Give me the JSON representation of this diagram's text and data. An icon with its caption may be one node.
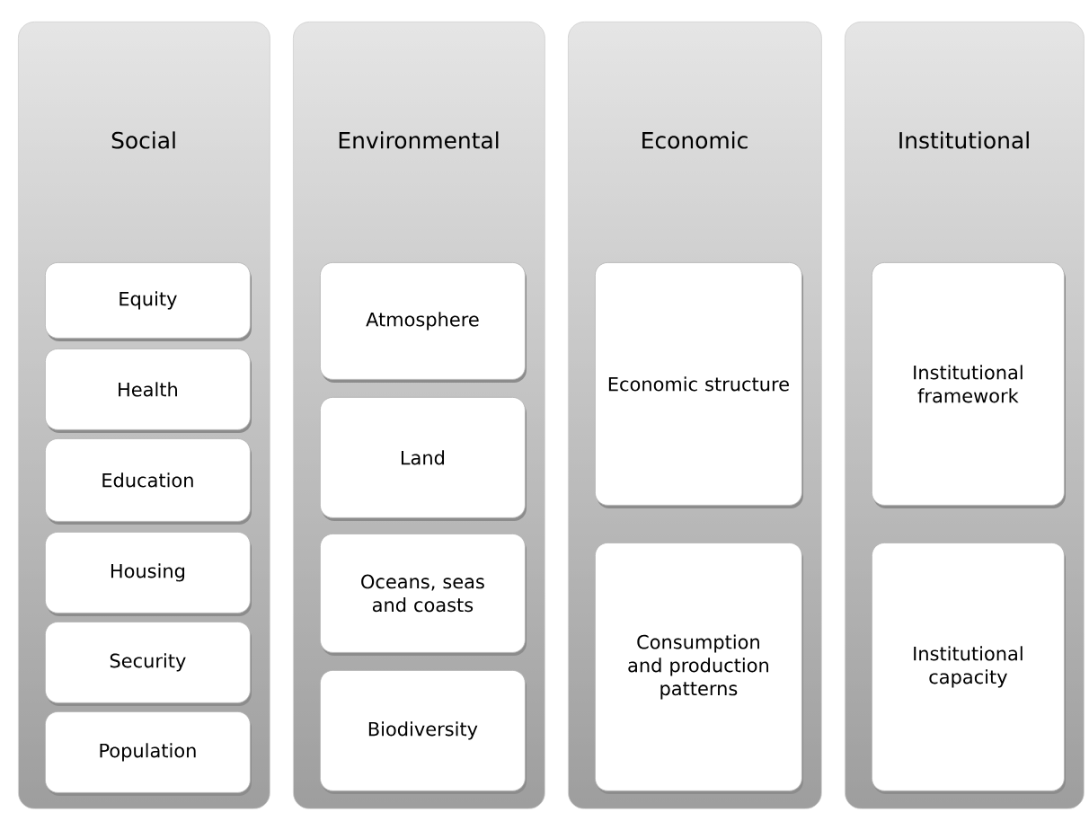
{
  "diagram": {
    "nodes": [
      {
        "text": [
          "Social"
        ]
      },
      {
        "text": [
          "Equity"
        ],
        "in": 0
      },
      {
        "text": [
          "Health"
        ],
        "in": 0
      },
      {
        "text": [
          "Education"
        ],
        "in": 0
      },
      {
        "text": [
          "Housing"
        ],
        "in": 0
      },
      {
        "text": [
          "Security"
        ],
        "in": 0
      },
      {
        "text": [
          "Population"
        ],
        "in": 0
      },
      {
        "text": [
          "Environmental"
        ]
      },
      {
        "text": [
          "Atmosphere"
        ],
        "in": 7
      },
      {
        "text": [
          "Land"
        ],
        "in": 7
      },
      {
        "text": [
          "Oceans, seas and coasts"
        ],
        "in": 7
      },
      {
        "text": [
          "Biodiversity"
        ],
        "in": 7
      },
      {
        "text": [
          "Economic"
        ]
      },
      {
        "text": [
          "Economic structure"
        ],
        "in": 12
      },
      {
        "text": [
          "Consumption and production patterns"
        ],
        "in": 12
      },
      {
        "text": [
          "Institutional"
        ]
      },
      {
        "text": [
          "Institutional framework"
        ],
        "in": 15
      },
      {
        "text": [
          "Institutional capacity"
        ],
        "in": 15
      }
    ]
  }
}
